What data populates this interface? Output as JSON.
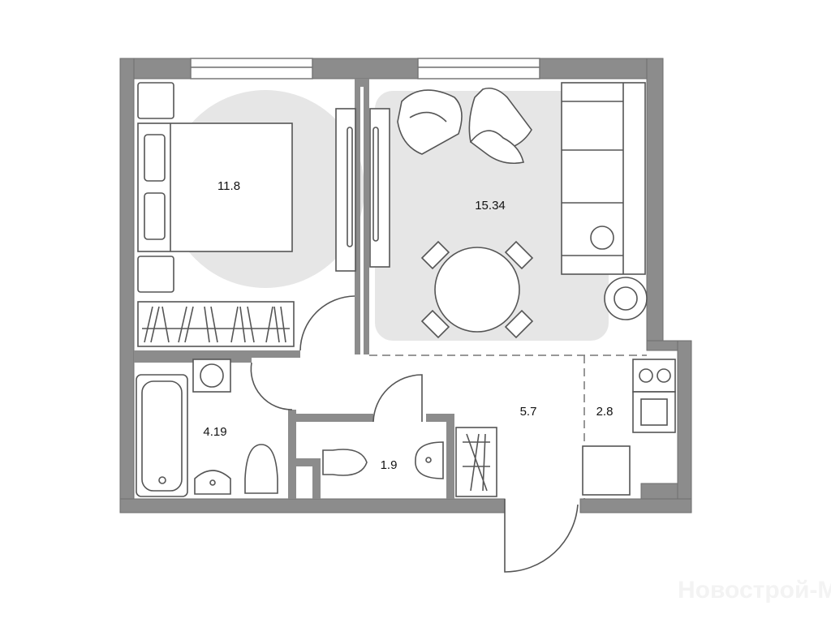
{
  "plan": {
    "rooms": [
      {
        "id": "bedroom",
        "area": "11.8"
      },
      {
        "id": "living",
        "area": "15.34"
      },
      {
        "id": "bathroom",
        "area": "4.19"
      },
      {
        "id": "wc",
        "area": "1.9"
      },
      {
        "id": "hall",
        "area": "5.7"
      },
      {
        "id": "kitchen",
        "area": "2.8"
      }
    ],
    "watermark": "Новострой-М"
  }
}
